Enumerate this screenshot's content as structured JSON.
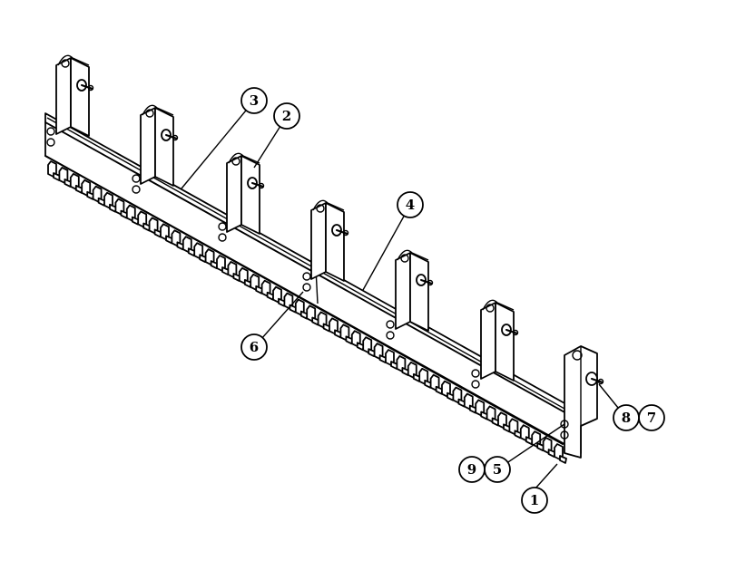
{
  "colors": {
    "line": "#000000",
    "background": "#ffffff"
  },
  "callouts": [
    {
      "id": "c1",
      "label": "1"
    },
    {
      "id": "c2",
      "label": "2"
    },
    {
      "id": "c3",
      "label": "3"
    },
    {
      "id": "c4",
      "label": "4"
    },
    {
      "id": "c5",
      "label": "5"
    },
    {
      "id": "c6",
      "label": "6"
    },
    {
      "id": "c7",
      "label": "7"
    },
    {
      "id": "c8",
      "label": "8"
    },
    {
      "id": "c9",
      "label": "9"
    }
  ]
}
